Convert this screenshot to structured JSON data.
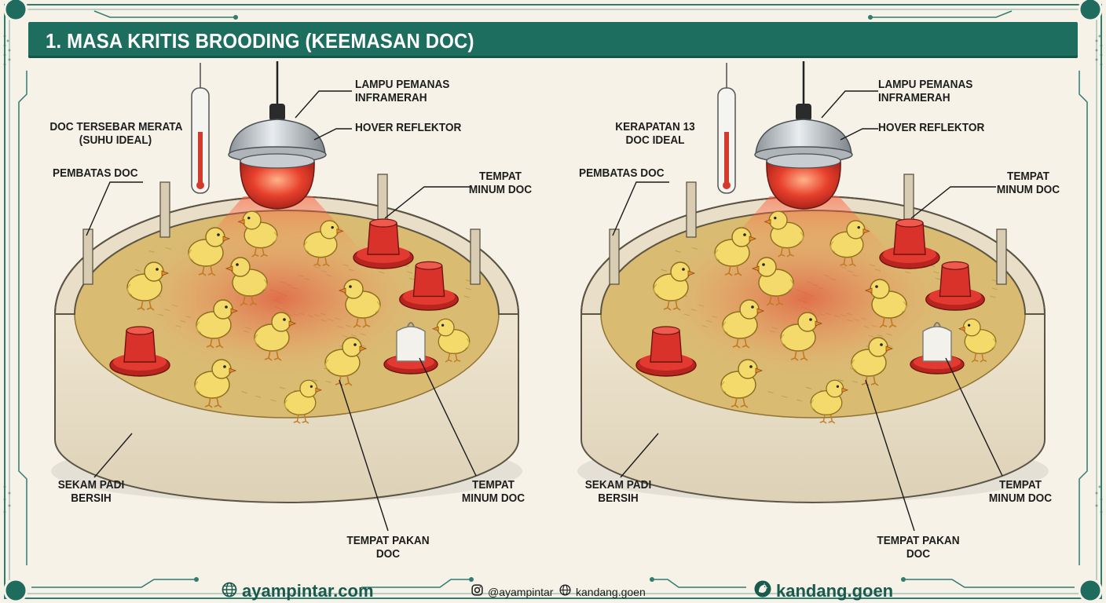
{
  "header": {
    "title": "1. MASA KRITIS BROODING (KEEMASAN DOC)"
  },
  "panels": [
    {
      "labels": {
        "lamp": "LAMPU PEMANAS\nINFRAMERAH",
        "hover": "HOVER REFLEKTOR",
        "status": "DOC TERSEBAR MERATA\n(SUHU IDEAL)",
        "guard": "PEMBATAS DOC",
        "drinker_top": "TEMPAT\nMINUM DOC",
        "litter": "SEKAM PADI\nBERSIH",
        "drinker_bottom": "TEMPAT\nMINUM DOC",
        "feeder": "TEMPAT PAKAN\nDOC"
      }
    },
    {
      "labels": {
        "lamp": "LAMPU PEMANAS\nINFRAMERAH",
        "hover": "HOVER REFLEKTOR",
        "status": "KERAPATAN 13\nDOC IDEAL",
        "guard": "PEMBATAS DOC",
        "drinker_top": "TEMPAT\nMINUM DOC",
        "litter": "SEKAM PADI\nBERSIH",
        "drinker_bottom": "TEMPAT\nMINUM DOC",
        "feeder": "TEMPAT PAKAN\nDOC"
      }
    }
  ],
  "footer": {
    "website": "ayampintar.com",
    "instagram": "@ayampintar",
    "site2": "kandang.goen",
    "brand": "kandang.goen"
  },
  "icons": {
    "website": "globe-icon",
    "instagram": "instagram-icon",
    "site2": "globe-icon",
    "brand": "chicken-logo-icon"
  },
  "colors": {
    "header": "#1e6e60",
    "accent": "#1a5a4e",
    "background": "#f6f2e7",
    "heat_glow": "#e2553e",
    "feeder_red": "#d8322a",
    "chick_yellow": "#f4da6a",
    "ring_wall": "#e6dcc6"
  }
}
